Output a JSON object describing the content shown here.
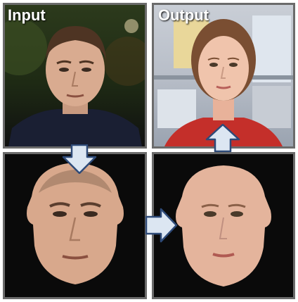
{
  "labels": {
    "input": "Input",
    "output": "Output"
  },
  "colors": {
    "panel_border": "#6b6b6b",
    "arrow_fill": "#dce6f2",
    "arrow_stroke": "#2e4a78",
    "label_text": "#ffffff"
  },
  "arrows": {
    "down": "down-arrow",
    "right": "right-arrow",
    "up": "up-arrow"
  }
}
